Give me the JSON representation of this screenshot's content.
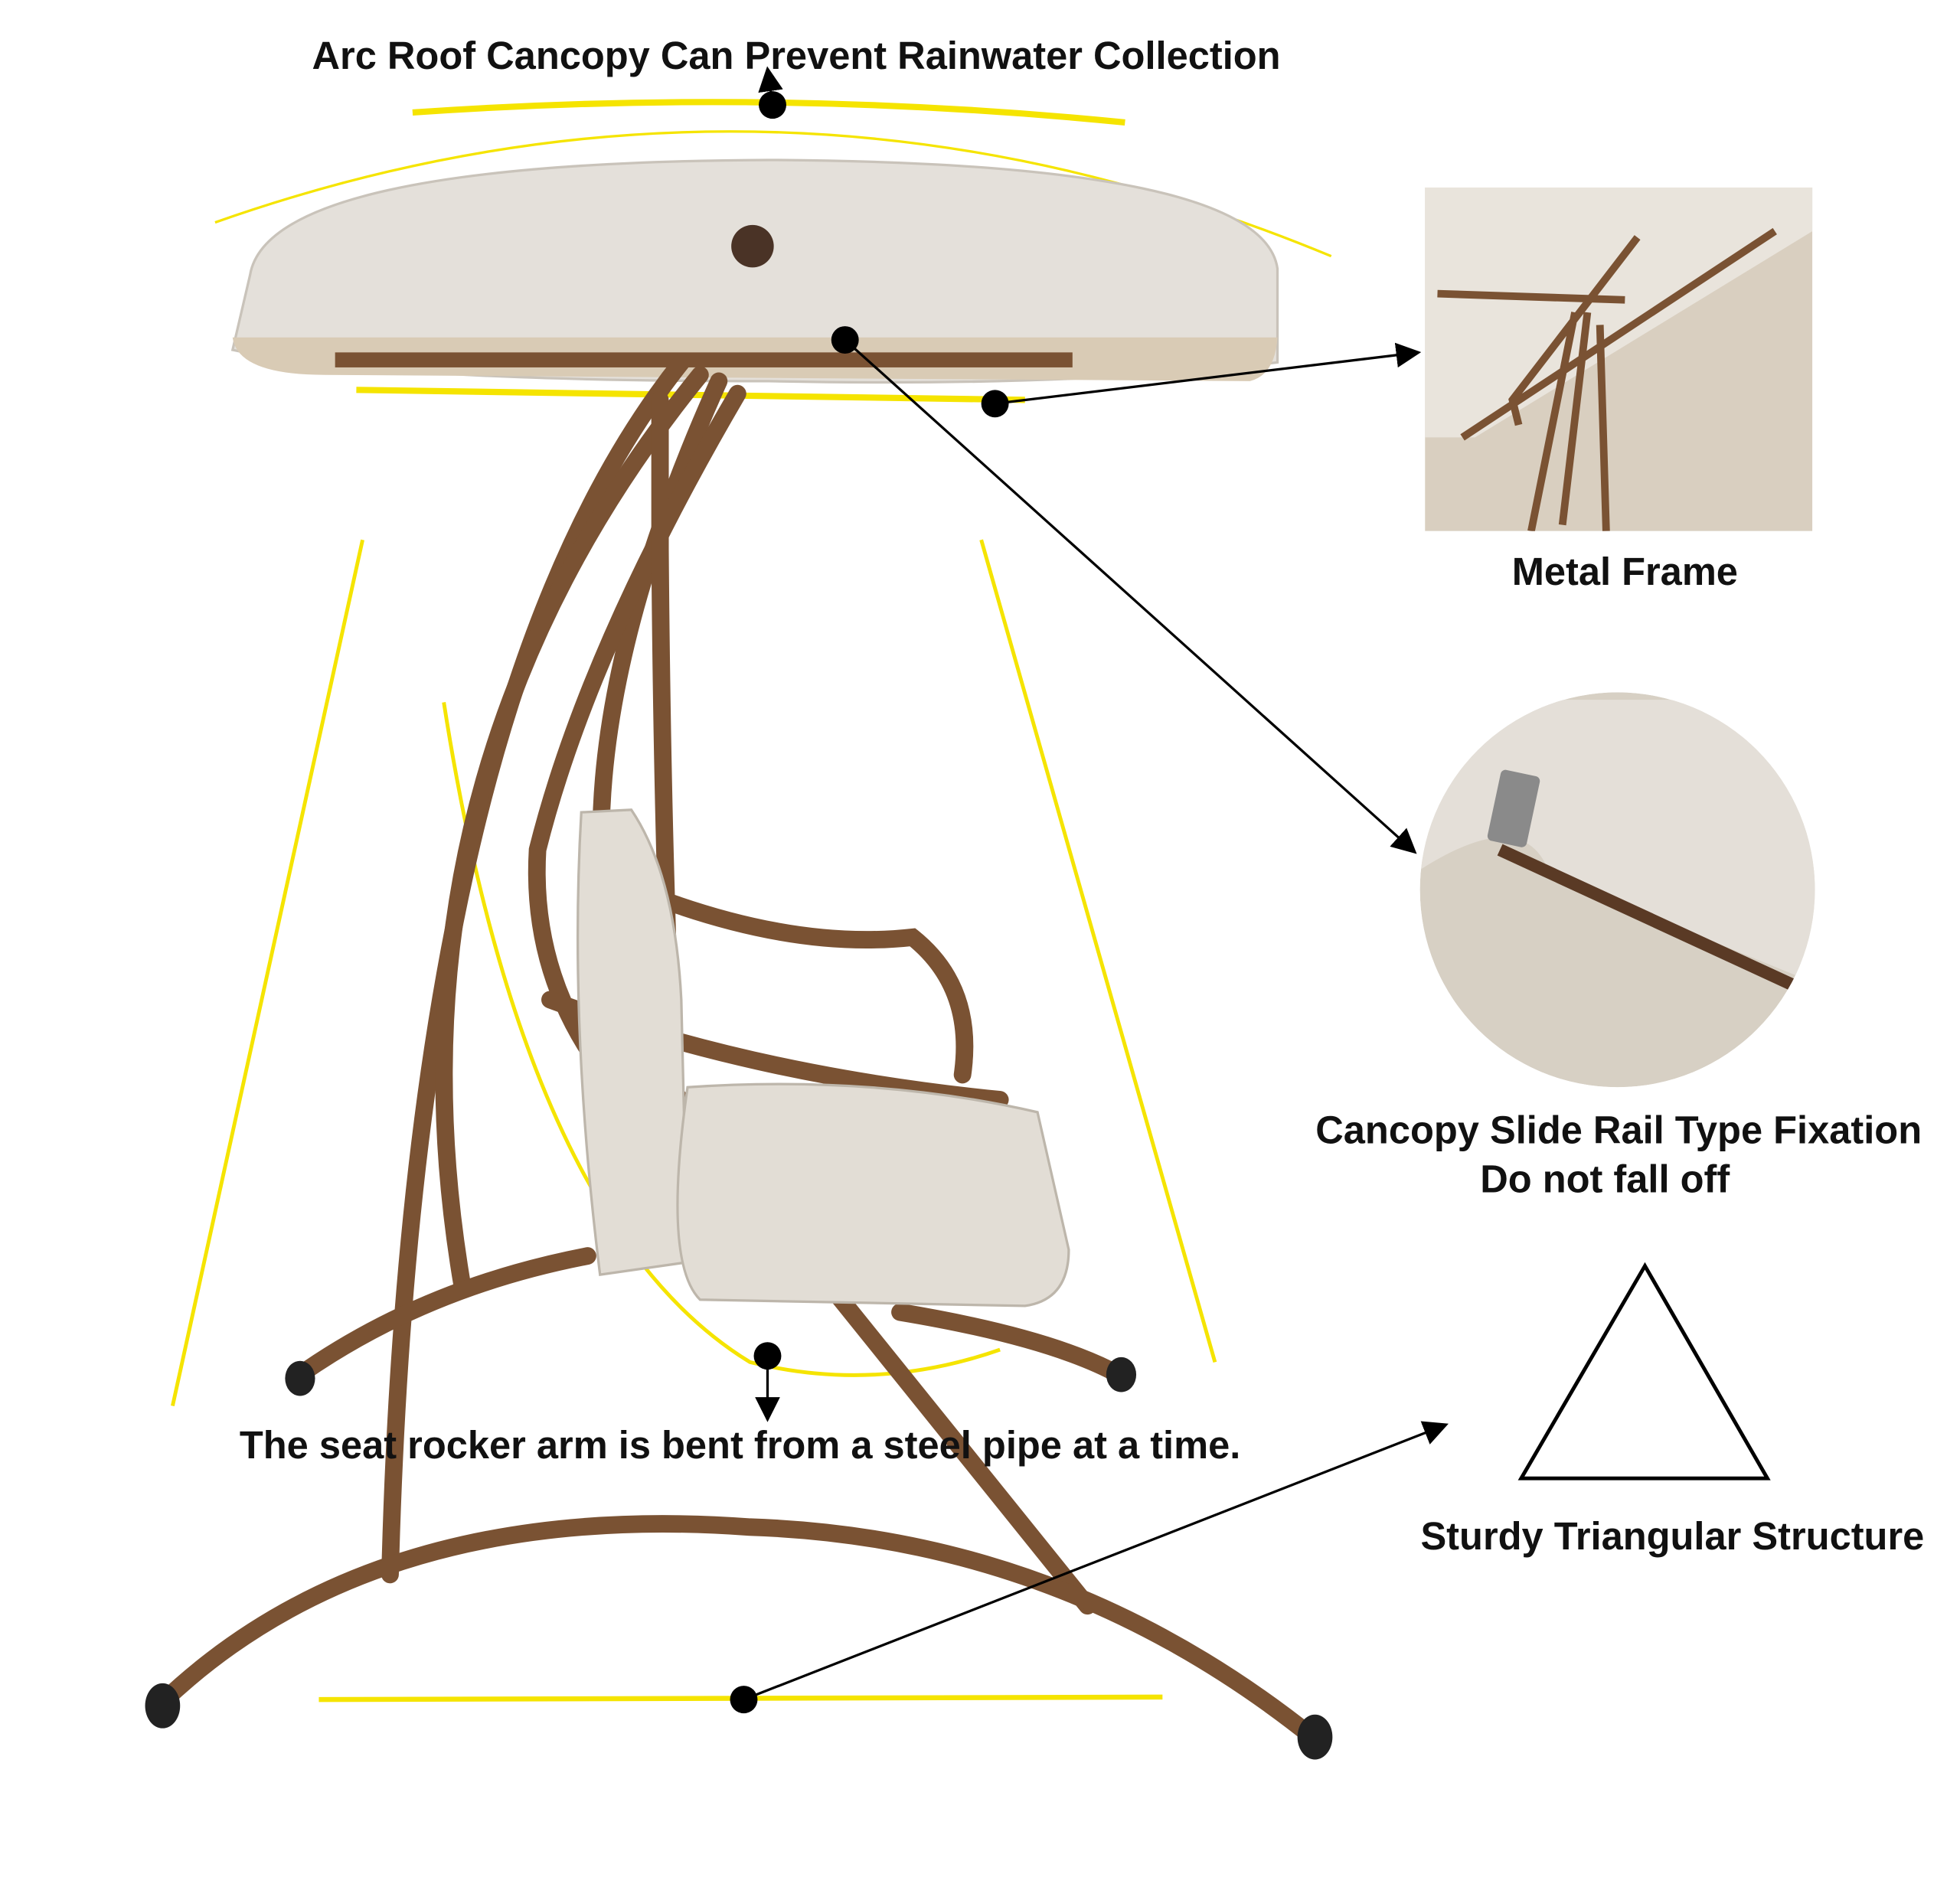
{
  "annotations": {
    "canopy": "Arc Roof Cancopy Can Prevent Rainwater Collection",
    "metal_frame": "Metal Frame",
    "slide_rail_line1": "Cancopy Slide Rail Type Fixation",
    "slide_rail_line2": "Do not fall off",
    "triangle": "Sturdy Triangular Structure",
    "rocker_arm": "The seat rocker arm is bent from a steel pipe at a time."
  },
  "colors": {
    "frame": "#7a5233",
    "canopy": "#e6e2dc",
    "highlight": "#f5e400",
    "marker": "#000000"
  }
}
